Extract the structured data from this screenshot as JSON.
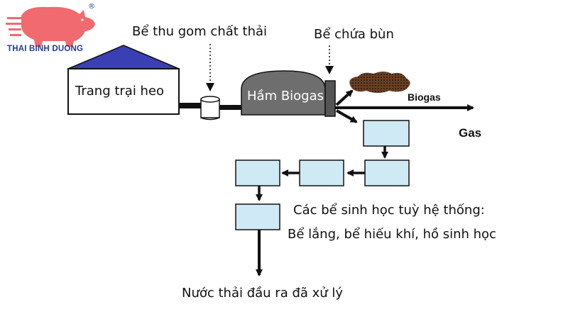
{
  "brand": {
    "name": "THAI BINH DUONG",
    "registered_mark": "®",
    "logo_icon": "pig-icon",
    "colors": {
      "pig": "#f06a6f",
      "text": "#1f3f8f"
    }
  },
  "diagram": {
    "farm_label": "Trang trại heo",
    "collection_tank_label": "Bể thu gom chất thải",
    "biogas_label": "Hầm Biogas",
    "sludge_tank_label": "Bể chứa bùn",
    "biogas_output_label": "Biogas",
    "gas_label": "Gas",
    "bio_tanks_line1": "Các bể sinh học tuỳ hệ thống:",
    "bio_tanks_line2": "Bể lắng, bể hiếu khí, hồ sinh học",
    "output_label": "Nước thải đầu ra đã xử lý",
    "colors": {
      "roof": "#3b3fb4",
      "digester": "#6e6e6e",
      "process_box": "#cfe9f5",
      "sludge": "#6a3f22"
    }
  }
}
